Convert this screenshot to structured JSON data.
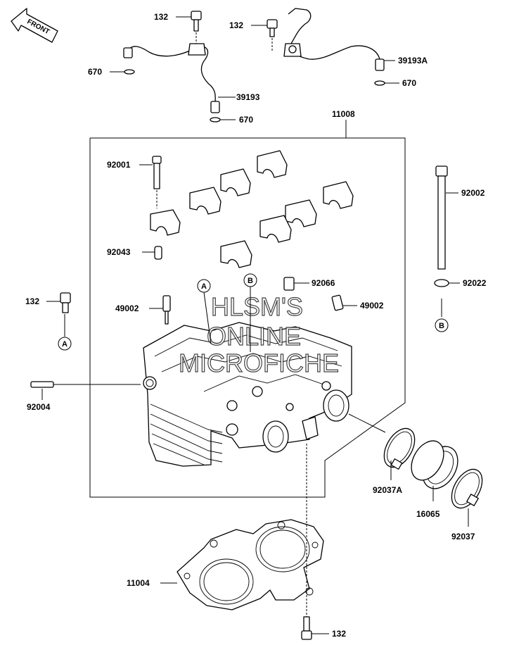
{
  "front_label": "FRONT",
  "parts": {
    "bolt_top_left": "132",
    "bolt_top_right": "132",
    "oring_left": "670",
    "oring_mid": "670",
    "oring_right": "670",
    "oil_pipe_left": "39193",
    "oil_pipe_right": "39193A",
    "cylinder_head": "11008",
    "bolt_92001": "92001",
    "stud_92002": "92002",
    "dowel_92043": "92043",
    "washer_92022": "92022",
    "cap_92066": "92066",
    "bolt_left_132": "132",
    "plug_left": "49002",
    "plug_right": "49002",
    "stud_92004": "92004",
    "clamp_92037A": "92037A",
    "holder_16065": "16065",
    "clamp_92037": "92037",
    "gasket_11004": "11004",
    "bolt_bottom_132": "132"
  },
  "refs": {
    "a_top": "A",
    "b_top": "B",
    "a_left": "A",
    "b_right": "B"
  },
  "watermark": [
    "HLSM'S",
    "ONLINE",
    "MICROFICHE"
  ]
}
